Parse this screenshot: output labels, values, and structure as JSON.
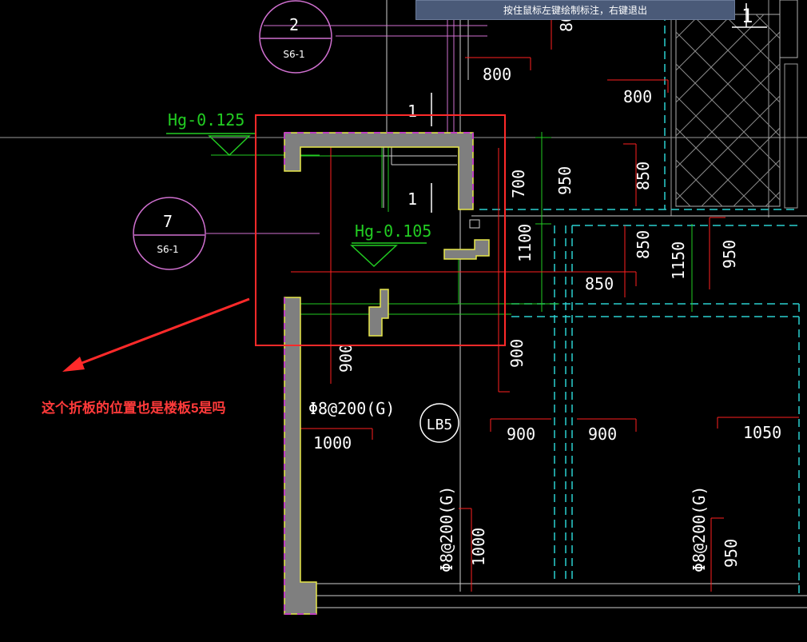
{
  "hint": {
    "text": "按住鼠标左键绘制标注，右键退出"
  },
  "annotation": {
    "text": "这个折板的位置也是楼板5是吗"
  },
  "bubbles": [
    {
      "num": "2",
      "ref": "S6-1"
    },
    {
      "num": "7",
      "ref": "S6-1"
    }
  ],
  "elevations": [
    {
      "label": "Hg-0.125"
    },
    {
      "label": "Hg-0.105"
    }
  ],
  "slab_tag": "LB5",
  "section_marks": [
    "1",
    "1",
    "1"
  ],
  "dims": [
    "800",
    "800",
    "700",
    "950",
    "850",
    "1100",
    "850",
    "850",
    "1150",
    "950",
    "900",
    "900",
    "900",
    "900",
    "1050",
    "1000",
    "1000",
    "950",
    "80"
  ],
  "rebar": [
    "Φ8@200(G)",
    "Φ8@200(G)",
    "Φ8@200(G)"
  ],
  "colors": {
    "background": "#000000",
    "wall": "#7f7f7f",
    "wall_edge": "#e8e84a",
    "dash": "#c040c0",
    "red": "#ff2020",
    "green": "#22cc22",
    "cyan": "#2ad0d0",
    "white": "#ffffff",
    "magenta": "#d070d0",
    "yellow": "#e8e84a",
    "hint_bg": "#4a5a78"
  }
}
